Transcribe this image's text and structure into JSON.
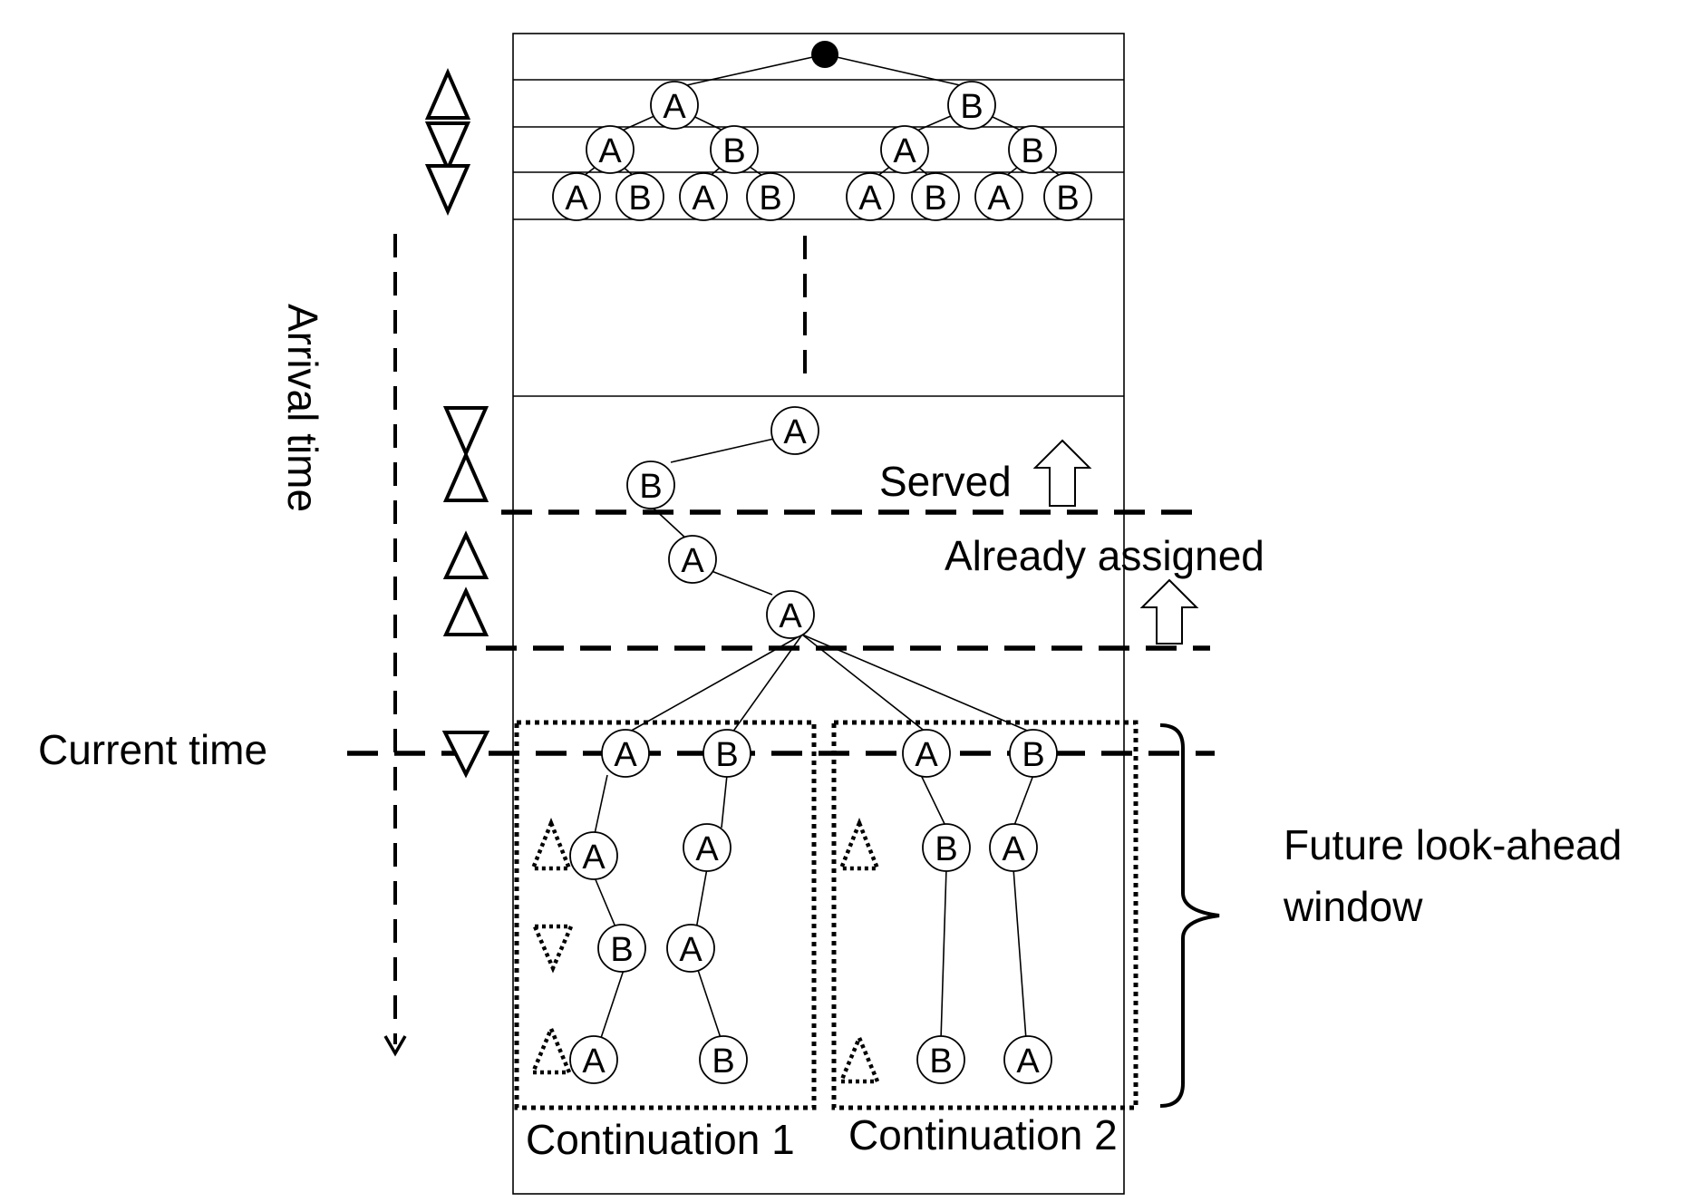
{
  "labels": {
    "arrival_time": "Arrival time",
    "current_time": "Current time",
    "served": "Served",
    "already_assigned": "Already assigned",
    "future_window_line1": "Future look-ahead",
    "future_window_line2": "window",
    "continuation_1": "Continuation 1",
    "continuation_2": "Continuation 2"
  },
  "tree": {
    "level1": [
      "A",
      "B"
    ],
    "level2": [
      "A",
      "B",
      "A",
      "B"
    ],
    "level3": [
      "A",
      "B",
      "A",
      "B",
      "A",
      "B",
      "A",
      "B"
    ]
  },
  "path": {
    "nodes": [
      "A",
      "B",
      "A",
      "A"
    ]
  },
  "continuations": [
    {
      "name": "Continuation 1",
      "branches": [
        [
          "A",
          "A",
          "B",
          "A"
        ],
        [
          "B",
          "A",
          "A",
          "B"
        ]
      ]
    },
    {
      "name": "Continuation 2",
      "branches": [
        [
          "A",
          "B",
          "B"
        ],
        [
          "B",
          "A",
          "A"
        ]
      ]
    }
  ]
}
